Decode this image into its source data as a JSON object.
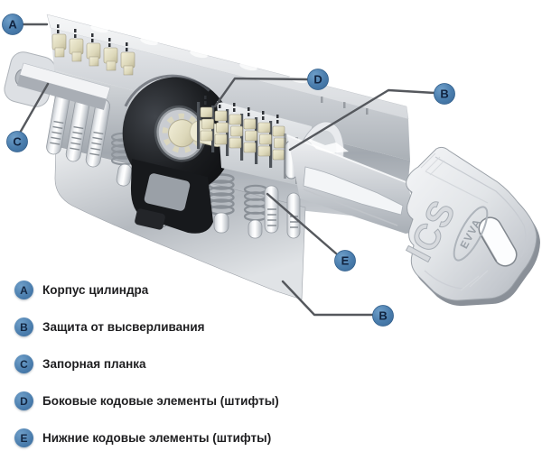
{
  "diagram": {
    "badges": [
      {
        "letter": "A"
      },
      {
        "letter": "C"
      },
      {
        "letter": "D"
      },
      {
        "letter": "B"
      },
      {
        "letter": "E"
      },
      {
        "letter": "B"
      }
    ],
    "key": {
      "brand": "EVVA",
      "model": "ICS"
    }
  },
  "legend": {
    "items": [
      {
        "letter": "A",
        "label": "Корпус цилиндра"
      },
      {
        "letter": "B",
        "label": "Защита от высверливания"
      },
      {
        "letter": "C",
        "label": "Запорная планка"
      },
      {
        "letter": "D",
        "label": "Боковые кодовые элементы (штифты)"
      },
      {
        "letter": "E",
        "label": "Нижние кодовые элементы (штифты)"
      }
    ]
  },
  "colors": {
    "badge_blue": "#4a7dad",
    "callout_line": "#55585d"
  }
}
